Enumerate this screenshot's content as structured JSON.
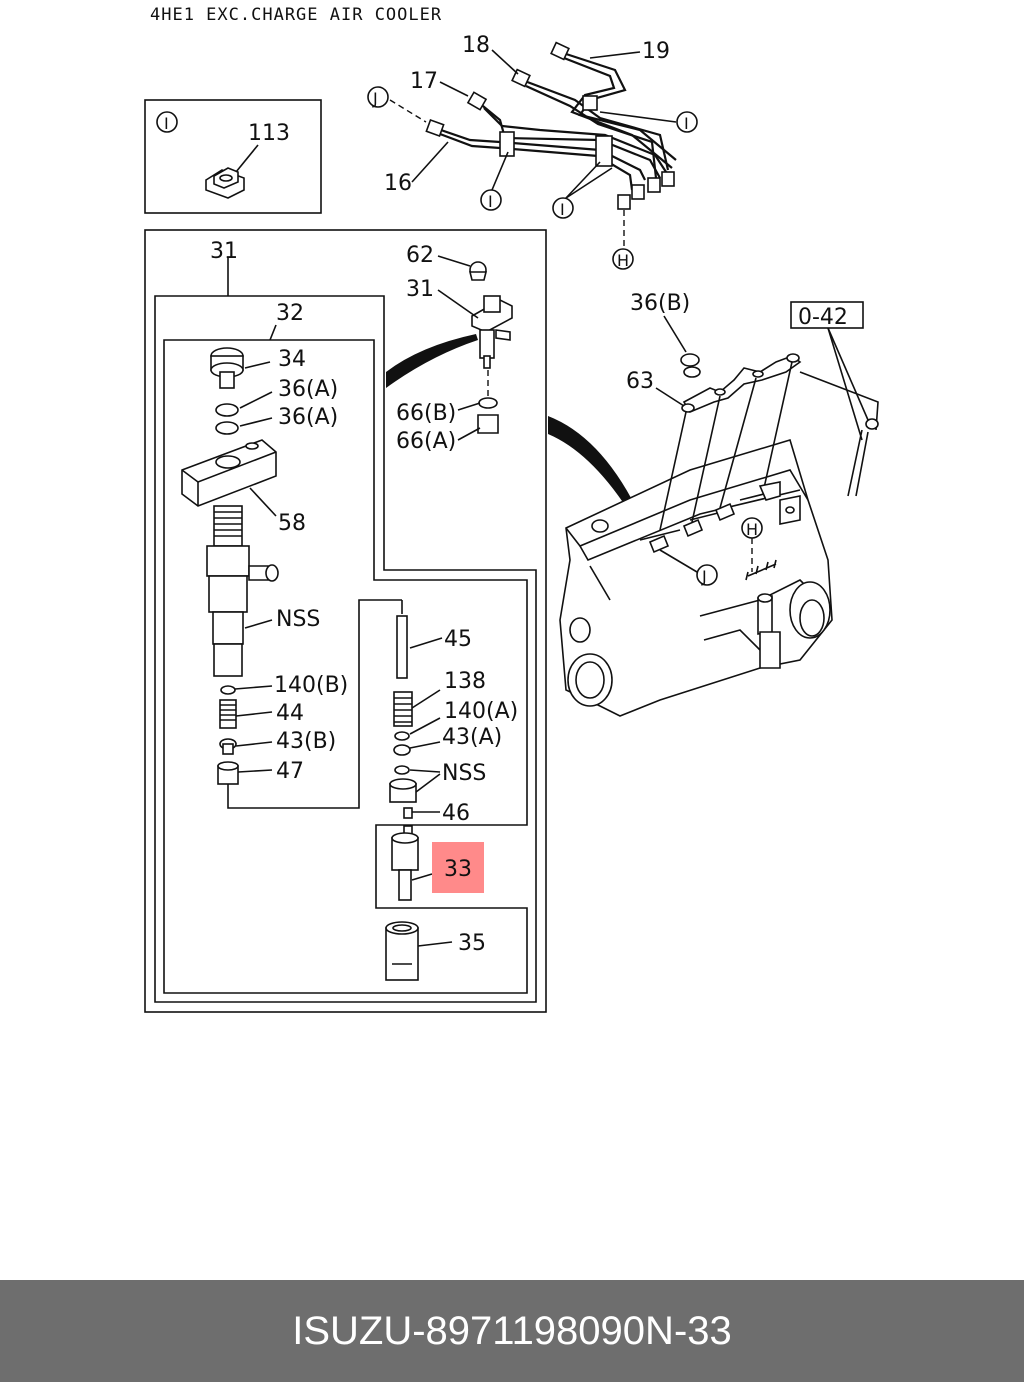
{
  "diagram": {
    "title": "4HE1 EXC.CHARGE AIR COOLER",
    "highlight_color": "#ff8a8a",
    "callouts": {
      "c18": "18",
      "c19": "19",
      "c17": "17",
      "c16": "16",
      "c113": "113",
      "c31_box": "31",
      "c31_inj": "31",
      "c62": "62",
      "c32": "32",
      "c34": "34",
      "c36a_1": "36(A)",
      "c36a_2": "36(A)",
      "c66b": "66(B)",
      "c66a": "66(A)",
      "c58": "58",
      "cnss_1": "NSS",
      "c140b": "140(B)",
      "c44": "44",
      "c43b": "43(B)",
      "c47": "47",
      "c45": "45",
      "c138": "138",
      "c140a": "140(A)",
      "c43a": "43(A)",
      "cnss_2": "NSS",
      "c46": "46",
      "c33": "33",
      "c35": "35",
      "c36b": "36(B)",
      "c63": "63",
      "c042": "0-42"
    },
    "refs": {
      "I": "I",
      "J": "J",
      "H": "H"
    }
  },
  "footer": {
    "brand": "ISUZU",
    "separator": "-",
    "part_number": "8971198090",
    "ref_prefix": "N",
    "ref_number": "33"
  }
}
